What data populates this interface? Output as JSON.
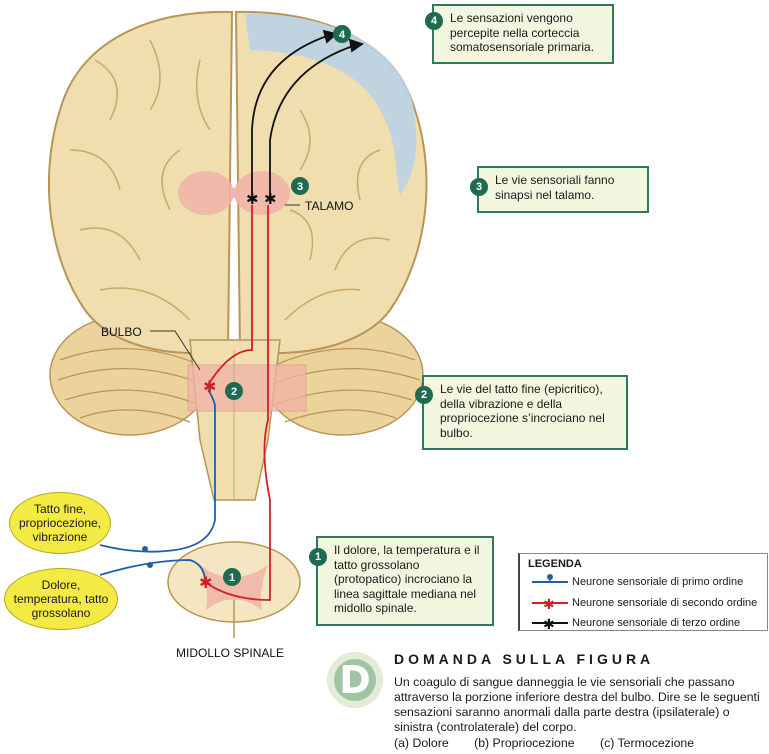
{
  "labels": {
    "talamo": "TALAMO",
    "bulbo": "BULBO",
    "midollo": "MIDOLLO SPINALE"
  },
  "bubbles": {
    "fine": "Tatto fine, propriocezione, vibrazione",
    "pain": "Dolore, temperatura, tatto grossolano"
  },
  "steps": [
    {
      "num": "1",
      "text": "Il dolore, la temperatura e il tatto grossolano (protopatico) incrociano la linea sagittale mediana nel midollo spinale."
    },
    {
      "num": "2",
      "text": "Le vie del tatto fine (epicritico), della vibrazione e della propriocezione s’incrociano nel bulbo."
    },
    {
      "num": "3",
      "text": "Le vie sensoriali fanno sinapsi nel talamo."
    },
    {
      "num": "4",
      "text": "Le sensazioni vengono percepite nella corteccia somatosensoriale primaria."
    }
  ],
  "legend": {
    "title": "LEGENDA",
    "items": [
      {
        "label": "Neurone sensoriale di primo ordine",
        "color": "#1f5fa8"
      },
      {
        "label": "Neurone sensoriale di secondo ordine",
        "color": "#d0202a"
      },
      {
        "label": "Neurone sensoriale di terzo ordine",
        "color": "#111111"
      }
    ]
  },
  "question": {
    "icon_letter": "D",
    "title": "DOMANDA SULLA FIGURA",
    "text": "Un coagulo di sangue danneggia le vie sensoriali che passano attraverso la porzione inferiore destra del bulbo. Dire se le seguenti sensazioni saranno anormali dalla parte destra (ipsilaterale) o sinistra (controlaterale) del corpo.",
    "options": [
      "(a) Dolore",
      "(b) Propriocezione",
      "(c) Termocezione"
    ]
  },
  "colors": {
    "brain": "#f1deae",
    "brain_dark": "#c9a86a",
    "cortex": "#b9d3e6",
    "highlight": "#f0b3a8",
    "badge": "#1f6b51",
    "callout_bg": "#f3f6df",
    "bubble": "#f4ea44"
  }
}
